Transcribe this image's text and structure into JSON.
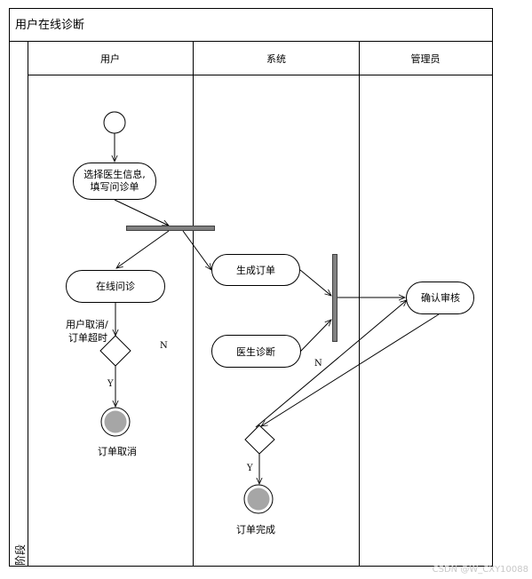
{
  "diagram_title": "用户在线诊断",
  "phase_label": "阶段",
  "lanes": [
    {
      "name": "用户"
    },
    {
      "name": "系统"
    },
    {
      "name": "管理员"
    }
  ],
  "nodes": {
    "select_doctor": {
      "line1": "选择医生信息,",
      "line2": "填写问诊单"
    },
    "online_consult": "在线问诊",
    "generate_order": "生成订单",
    "doctor_diagnosis": "医生诊断",
    "confirm_review": "确认审核",
    "order_cancelled": "订单取消",
    "order_completed": "订单完成"
  },
  "decision_user": {
    "line1": "用户取消/",
    "line2": "订单超时"
  },
  "guards": {
    "n": "N",
    "y": "Y"
  },
  "watermark": "CSDN @W_CXY10088"
}
